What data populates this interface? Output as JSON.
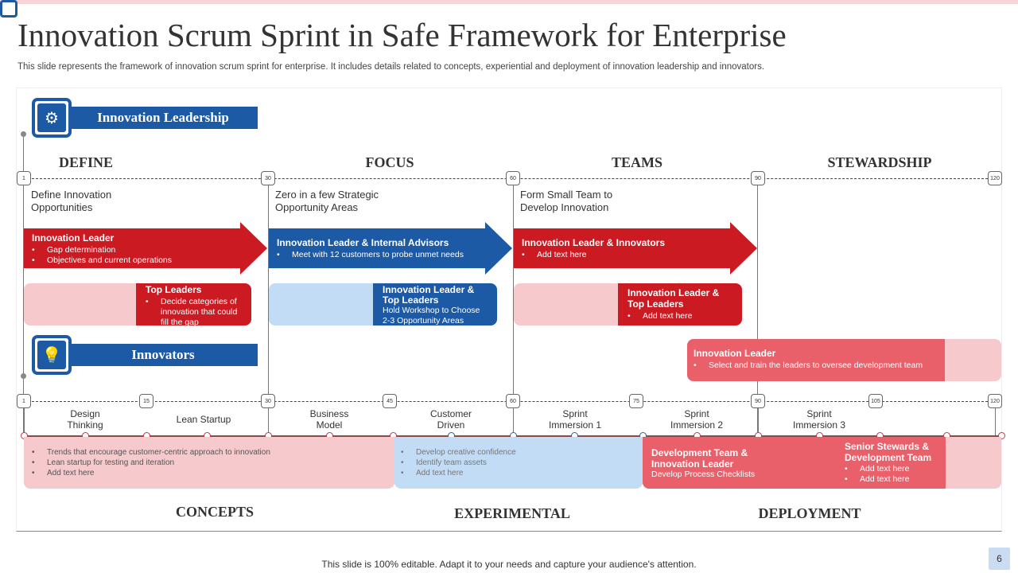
{
  "title": "Innovation Scrum Sprint in Safe Framework for Enterprise",
  "subtitle": "This slide represents the framework of innovation scrum sprint for enterprise. It includes details related to concepts, experiential and deployment of innovation leadership and innovators.",
  "leadership": {
    "label": "Innovation Leadership",
    "icon": "hands-gear-icon",
    "phases": [
      "DEFINE",
      "FOCUS",
      "TEAMS",
      "STEWARDSHIP"
    ],
    "markers": [
      "1",
      "30",
      "60",
      "90",
      "120"
    ],
    "goals": [
      "Define Innovation Opportunities",
      "Zero in a few Strategic Opportunity  Areas",
      "Form  Small Team to Develop Innovation"
    ],
    "arrows": [
      {
        "title": "Innovation  Leader",
        "bullets": [
          "Gap determination",
          "Objectives and current operations"
        ],
        "color": "#cc1a22"
      },
      {
        "title": "Innovation  Leader & Internal Advisors",
        "bullets": [
          "Meet  with 12 customers to probe unmet needs"
        ],
        "color": "#1d5aa6"
      },
      {
        "title": "Innovation  Leader & Innovators",
        "bullets": [
          "Add text here"
        ],
        "color": "#cc1a22"
      }
    ],
    "pills": [
      {
        "title": "Top Leaders",
        "bullets": [
          "Decide categories of innovation that could fill the gap"
        ]
      },
      {
        "title": "Innovation  Leader & Top Leaders",
        "text": "Hold Workshop to Choose 2-3 Opportunity Areas"
      },
      {
        "title": "Innovation  Leader & Top Leaders",
        "bullets": [
          "Add text here"
        ]
      },
      {
        "title": "Innovation  Leader",
        "bullets": [
          "Select and train the leaders to oversee development team"
        ]
      }
    ]
  },
  "innovators": {
    "label": "Innovators",
    "icon": "lightbulb-gear-icon",
    "markers": [
      "1",
      "15",
      "30",
      "45",
      "60",
      "75",
      "90",
      "105",
      "120"
    ],
    "stages": [
      "Design Thinking",
      "Lean Startup",
      "Business Model",
      "Customer Driven",
      "Sprint Immersion 1",
      "Sprint Immersion 2",
      "Sprint Immersion 3"
    ],
    "concepts": [
      "Trends that encourage customer-centric approach to innovation",
      "Lean startup for testing  and iteration",
      "Add text here"
    ],
    "experimental": [
      "Develop creative confidence",
      "Identify team assets",
      "Add text here"
    ],
    "deployment_box": {
      "title": "Development Team & Innovation  Leader",
      "text": "Develop Process Checklists"
    },
    "stewards_box": {
      "title": "Senior Stewards & Development  Team",
      "bullets": [
        "Add text here",
        "Add text here"
      ]
    },
    "sections": [
      "CONCEPTS",
      "EXPERIMENTAL",
      "DEPLOYMENT"
    ]
  },
  "colors": {
    "red": "#cc1a22",
    "blue": "#1d5aa6",
    "light_red": "#f6c9cc",
    "light_blue": "#c3dcf5",
    "salmon": "#e9606a"
  },
  "footer": "This slide is 100% editable. Adapt it to your needs and capture your audience's attention.",
  "page_number": "6"
}
